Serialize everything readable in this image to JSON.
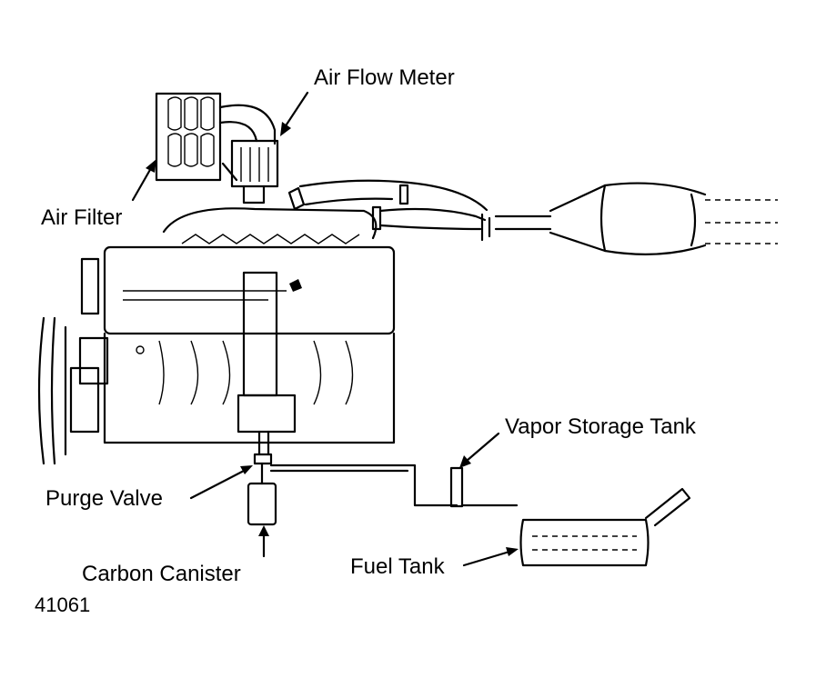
{
  "labels": {
    "air_flow_meter": "Air Flow Meter",
    "air_filter": "Air Filter",
    "vapor_storage_tank": "Vapor Storage Tank",
    "purge_valve": "Purge Valve",
    "fuel_tank": "Fuel Tank",
    "carbon_canister": "Carbon Canister",
    "figure_number": "41061"
  },
  "colors": {
    "line": "#000000",
    "background": "#ffffff"
  }
}
